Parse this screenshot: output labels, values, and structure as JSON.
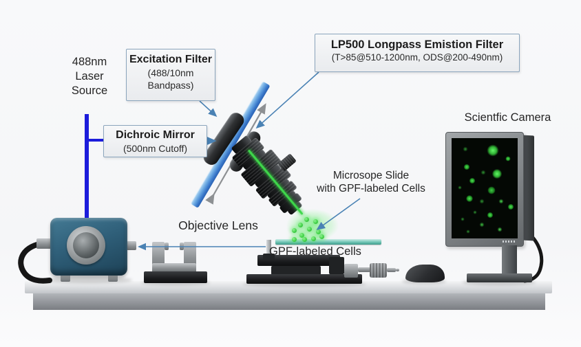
{
  "labels": {
    "laser": {
      "l1": "488nm",
      "l2": "Laser",
      "l3": "Source"
    },
    "objective": "Objective Lens",
    "camera": "Scientfic Camera",
    "slide": {
      "l1": "Microsope Slide",
      "l2": "with GPF-labeled Cells"
    },
    "cells": "GPF-labeled Cells"
  },
  "callouts": {
    "excitation": {
      "title": "Excitation Filter",
      "l1": "(488/10nm",
      "l2": "Bandpass)"
    },
    "lp500": {
      "title": "LP500 Longpass Emistion Filter",
      "subtitle": "(T>85@510-1200nm, ODS@200-490nm)"
    },
    "dichroic": {
      "title": "Dichroic Mirror",
      "subtitle": "(500nm Cutoff)"
    }
  },
  "colors": {
    "laser_beam_blue": "#1c1cdb",
    "leader_blue": "#4a82b4",
    "slab_blue": "#4a8bd8",
    "emission_green": "#3ed64a",
    "screen_green": "#4fe553",
    "callout_border": "#8aa4bc",
    "bench_gray": "#9b9ea2"
  }
}
